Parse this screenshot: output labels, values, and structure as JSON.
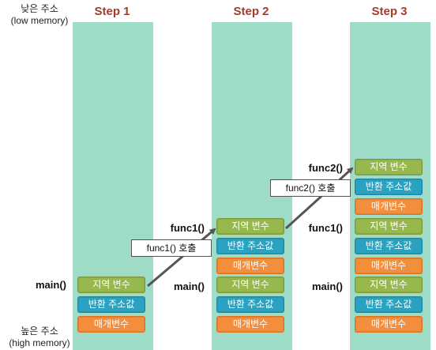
{
  "steps": [
    "Step 1",
    "Step 2",
    "Step 3"
  ],
  "address": {
    "low": [
      "낮은 주소",
      "(low memory)"
    ],
    "high": [
      "높은 주소",
      "(high memory)"
    ]
  },
  "frames": {
    "main": "main()",
    "func1": "func1()",
    "func2": "func2()"
  },
  "cells": {
    "local": "지역 변수",
    "ret": "반환 주소값",
    "param": "매개변수"
  },
  "calls": {
    "func1": "func1() 호출",
    "func2": "func2() 호출"
  },
  "colors": {
    "column": "#9fdcc7",
    "step_title": "#a33c2c",
    "local": "#96b84c",
    "ret": "#2aa3c3",
    "param": "#f28e3c"
  }
}
